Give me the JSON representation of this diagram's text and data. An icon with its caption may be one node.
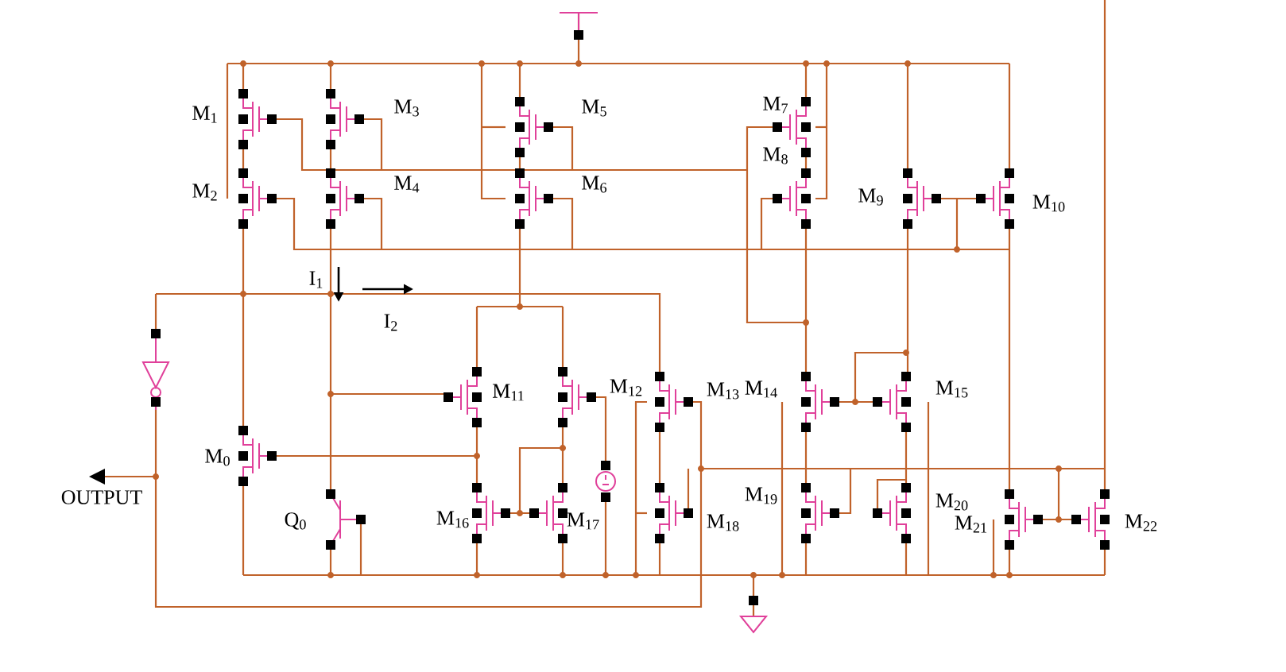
{
  "diagram": {
    "labels": [
      "M$_{1}$",
      "M$_{3}$",
      "M$_{5}$",
      "M$_{7}$",
      "M$_{2}$",
      "M$_{4}$",
      "M$_{6}$",
      "M$_{8}$",
      "M$_{9}$",
      "M$_{10}$",
      "I$_{1}$",
      "I$_{2}$",
      "M$_{11}$",
      "M$_{12}$",
      "M$_{13}$",
      "M$_{14}$",
      "M$_{15}$",
      "M$_{0}$",
      "OUTPUT",
      "Q$_{0}$",
      "M$_{16}$",
      "M$_{17}$",
      "M$_{18}$",
      "M$_{19}$",
      "M$_{20}$",
      "M$_{21}$",
      "M$_{22}$"
    ]
  }
}
